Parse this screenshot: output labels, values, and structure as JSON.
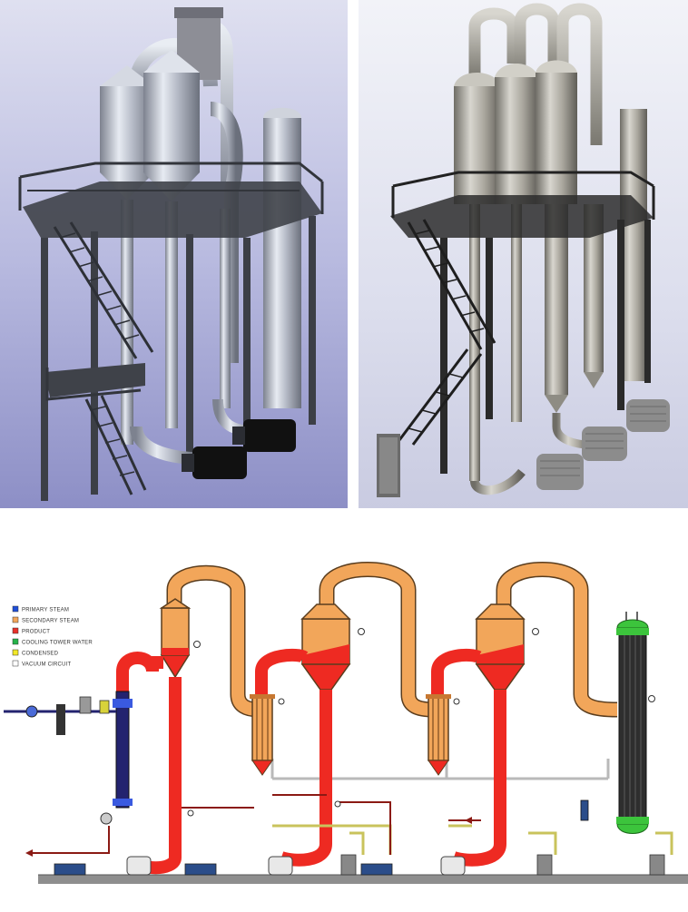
{
  "renders": {
    "left": {
      "background": "#a9abd6",
      "metal": "#bfc3ce",
      "steel_frame": "#3c3f46",
      "motor": "#111111"
    },
    "right": {
      "background": "#dfe1ef",
      "metal": "#a7a59d",
      "steel_frame": "#2a2a2a",
      "motor": "#8c8c8c"
    }
  },
  "schematic": {
    "legend": [
      {
        "label": "PRIMARY STEAM",
        "color": "#1f4fd8"
      },
      {
        "label": "SECONDARY STEAM",
        "color": "#f2a65a"
      },
      {
        "label": "PRODUCT",
        "color": "#e8302a"
      },
      {
        "label": "COOLING TOWER WATER",
        "color": "#25b34a"
      },
      {
        "label": "CONDENSED",
        "color": "#f2e829"
      },
      {
        "label": "VACUUM CIRCUIT",
        "color": "#ffffff"
      }
    ],
    "colors": {
      "vapor": "#f2a65a",
      "product": "#ee2a22",
      "primary": "#23236f",
      "cooling": "#3cc43c",
      "condensate": "#d4d06a",
      "vacuum": "#c8c8c8",
      "frame": "#8e8e8e",
      "outline": "#5a3d1e"
    }
  }
}
